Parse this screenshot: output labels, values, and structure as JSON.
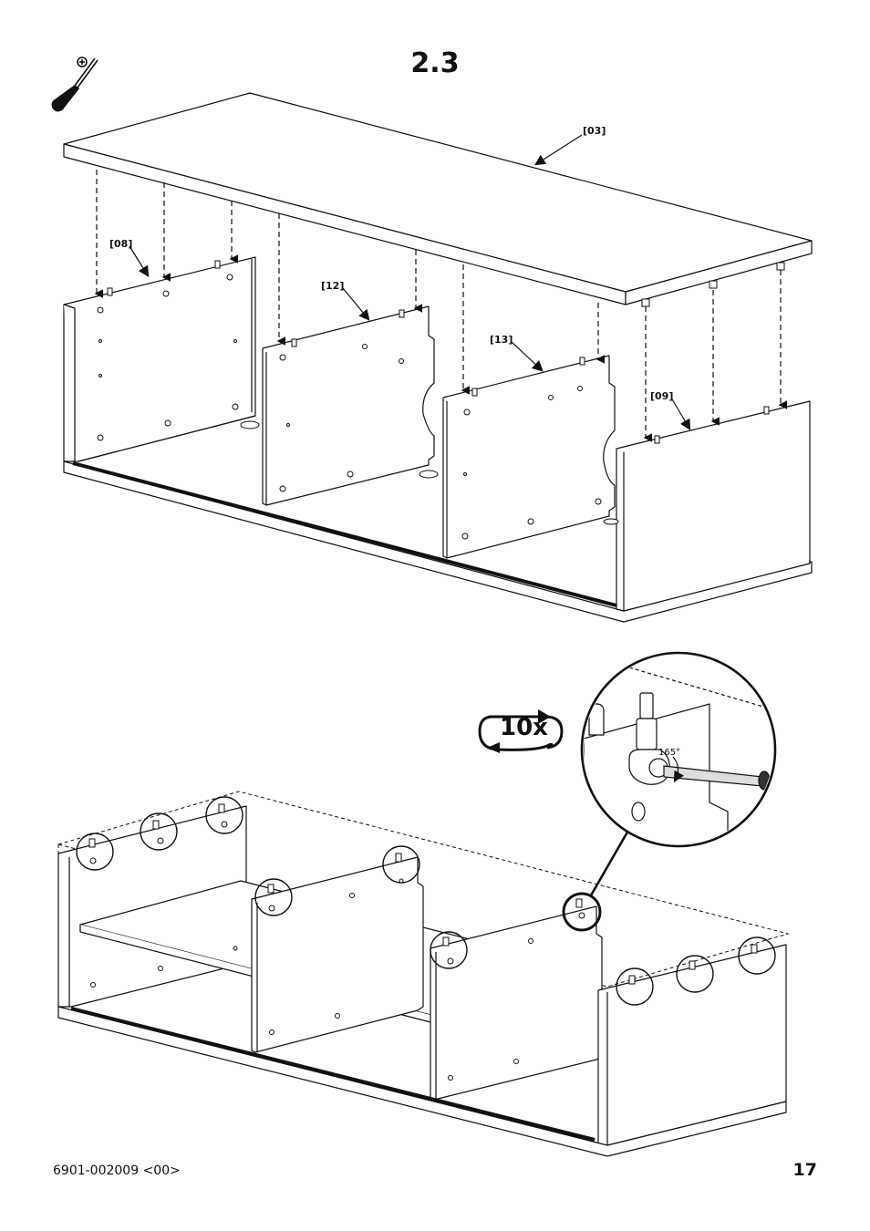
{
  "step": {
    "title": "2.3"
  },
  "tool": {
    "icon": "screwdriver-icon"
  },
  "parts": {
    "top_panel": "[03]",
    "left_side": "[08]",
    "divider_a": "[12]",
    "divider_b": "[13]",
    "right_side": "[09]"
  },
  "detail": {
    "repeat_count": "10x",
    "rotation_angle": "165°"
  },
  "footer": {
    "doc_code": "6901-002009 <00>",
    "page_number": "17"
  }
}
